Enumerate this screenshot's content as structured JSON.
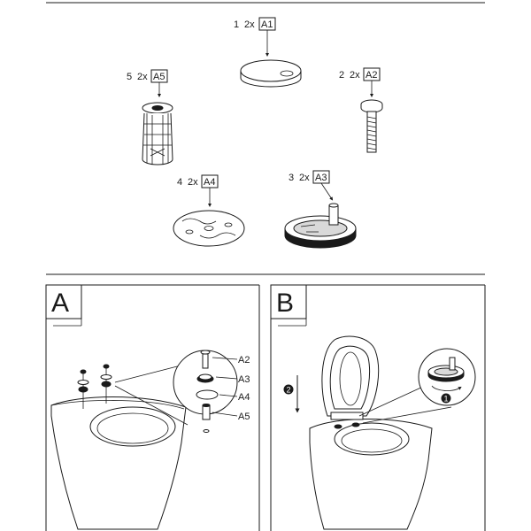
{
  "parts": [
    {
      "num": "1",
      "qty": "2x",
      "code": "A1"
    },
    {
      "num": "2",
      "qty": "2x",
      "code": "A2"
    },
    {
      "num": "3",
      "qty": "2x",
      "code": "A3"
    },
    {
      "num": "4",
      "qty": "2x",
      "code": "A4"
    },
    {
      "num": "5",
      "qty": "2x",
      "code": "A5"
    }
  ],
  "steps": [
    {
      "label": "A",
      "callouts": [
        "A2",
        "A3",
        "A4",
        "A5"
      ]
    },
    {
      "label": "B",
      "markers": [
        "2",
        "1"
      ]
    }
  ]
}
